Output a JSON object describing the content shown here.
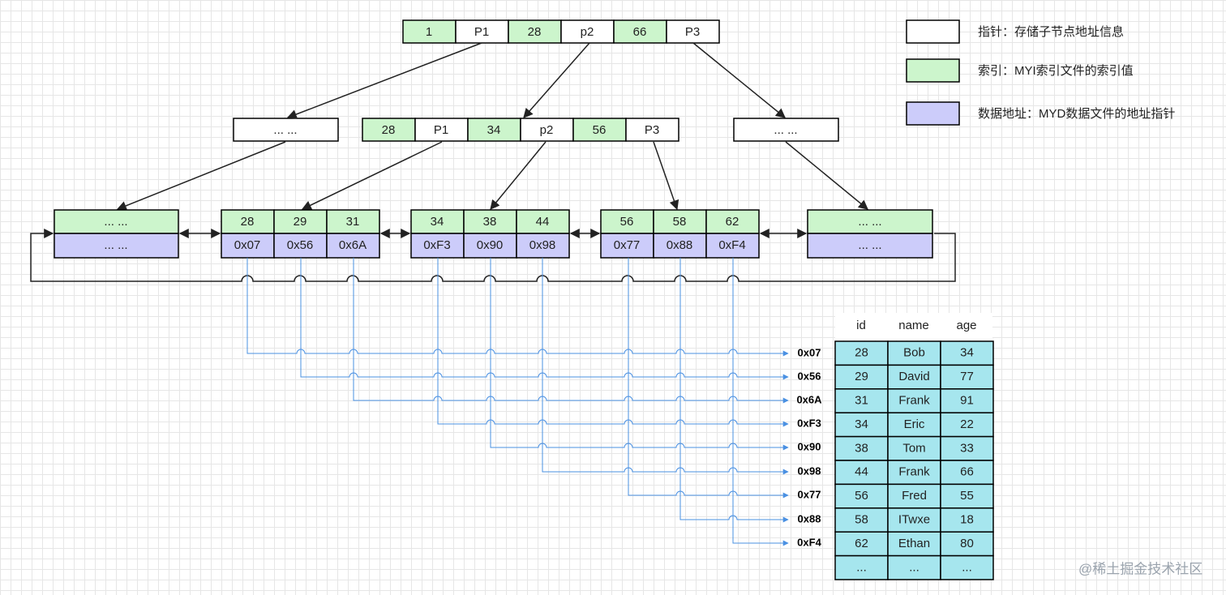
{
  "root": [
    "1",
    "P1",
    "28",
    "p2",
    "66",
    "P3"
  ],
  "mid_left": "... ...",
  "mid": [
    "28",
    "P1",
    "34",
    "p2",
    "56",
    "P3"
  ],
  "mid_right": "... ...",
  "leaves": [
    {
      "keys": [
        "... ..."
      ],
      "addrs": [
        "... ..."
      ]
    },
    {
      "keys": [
        "28",
        "29",
        "31"
      ],
      "addrs": [
        "0x07",
        "0x56",
        "0x6A"
      ]
    },
    {
      "keys": [
        "34",
        "38",
        "44"
      ],
      "addrs": [
        "0xF3",
        "0x90",
        "0x98"
      ]
    },
    {
      "keys": [
        "56",
        "58",
        "62"
      ],
      "addrs": [
        "0x77",
        "0x88",
        "0xF4"
      ]
    },
    {
      "keys": [
        "... ..."
      ],
      "addrs": [
        "... ..."
      ]
    }
  ],
  "legend": [
    {
      "color": "#ffffff",
      "text": "指针：存储子节点地址信息"
    },
    {
      "color": "#ccf5cc",
      "text": "索引：MYI索引文件的索引值"
    },
    {
      "color": "#ccccfa",
      "text": "数据地址：MYD数据文件的地址指针"
    }
  ],
  "table": {
    "headers": [
      "id",
      "name",
      "age"
    ],
    "rows": [
      [
        "28",
        "Bob",
        "34"
      ],
      [
        "29",
        "David",
        "77"
      ],
      [
        "31",
        "Frank",
        "91"
      ],
      [
        "34",
        "Eric",
        "22"
      ],
      [
        "38",
        "Tom",
        "33"
      ],
      [
        "44",
        "Frank",
        "66"
      ],
      [
        "56",
        "Fred",
        "55"
      ],
      [
        "58",
        "ITwxe",
        "18"
      ],
      [
        "62",
        "Ethan",
        "80"
      ],
      [
        "...",
        "...",
        "..."
      ]
    ],
    "row_addrs": [
      "0x07",
      "0x56",
      "0x6A",
      "0xF3",
      "0x90",
      "0x98",
      "0x77",
      "0x88",
      "0xF4"
    ]
  },
  "watermark": "@稀土掘金技术社区",
  "colors": {
    "index": "#ccf5cc",
    "pointer": "#ffffff",
    "data_addr": "#ccccfa",
    "table": "#a6e6ee",
    "link": "#4a90e2"
  }
}
